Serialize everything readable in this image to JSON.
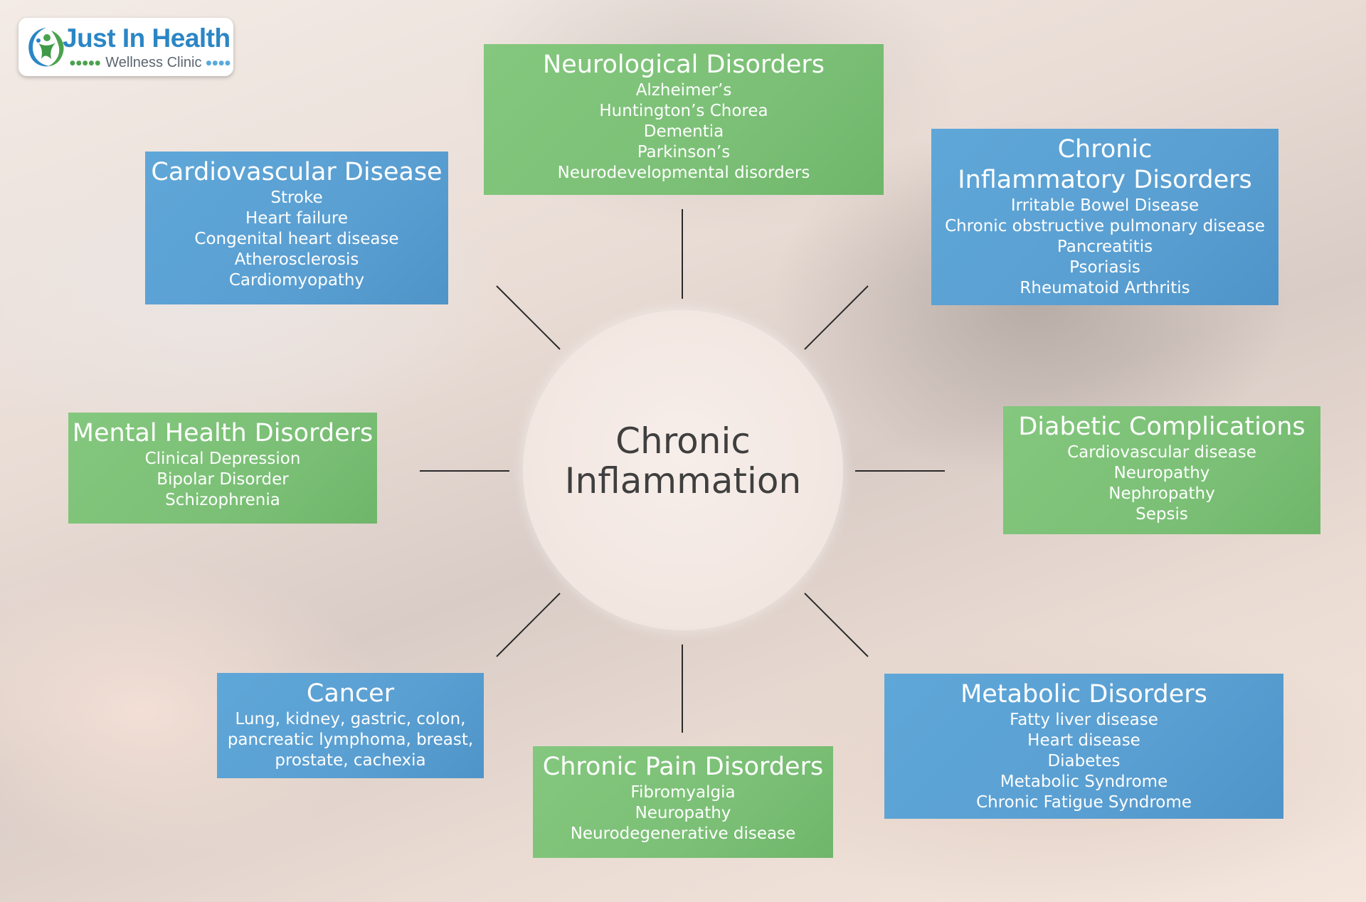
{
  "logo": {
    "name": "Just In Health",
    "subtitle": "Wellness Clinic",
    "dots_left": "●●●●●",
    "dots_right": "●●●●"
  },
  "center": {
    "title_line1": "Chronic",
    "title_line2": "Inflammation"
  },
  "colors": {
    "green": "#7dc178",
    "blue": "#5ba2d4",
    "connector": "#2a2a2a",
    "center_text": "#3f3f3f"
  },
  "categories": {
    "neurological": {
      "title": "Neurological Disorders",
      "items": [
        "Alzheimer’s",
        "Huntington’s Chorea",
        "Dementia",
        "Parkinson’s",
        "Neurodevelopmental disorders"
      ]
    },
    "cardiovascular": {
      "title": "Cardiovascular Disease",
      "items": [
        "Stroke",
        "Heart failure",
        "Congenital heart disease",
        "Atherosclerosis",
        "Cardiomyopathy"
      ]
    },
    "inflammatory": {
      "title_line1": "Chronic",
      "title_line2": "Inflammatory Disorders",
      "items": [
        "Irritable Bowel Disease",
        "Chronic obstructive pulmonary disease",
        "Pancreatitis",
        "Psoriasis",
        "Rheumatoid Arthritis"
      ]
    },
    "mental": {
      "title": "Mental Health Disorders",
      "items": [
        "Clinical Depression",
        "Bipolar Disorder",
        "Schizophrenia"
      ]
    },
    "diabetic": {
      "title": "Diabetic Complications",
      "items": [
        "Cardiovascular disease",
        "Neuropathy",
        "Nephropathy",
        "Sepsis"
      ]
    },
    "cancer": {
      "title": "Cancer",
      "items": [
        "Lung, kidney, gastric, colon,",
        "pancreatic lymphoma, breast,",
        "prostate, cachexia"
      ]
    },
    "pain": {
      "title": "Chronic Pain Disorders",
      "items": [
        "Fibromyalgia",
        "Neuropathy",
        "Neurodegenerative disease"
      ]
    },
    "metabolic": {
      "title": "Metabolic Disorders",
      "items": [
        "Fatty liver disease",
        "Heart disease",
        "Diabetes",
        "Metabolic Syndrome",
        "Chronic Fatigue Syndrome"
      ]
    }
  }
}
